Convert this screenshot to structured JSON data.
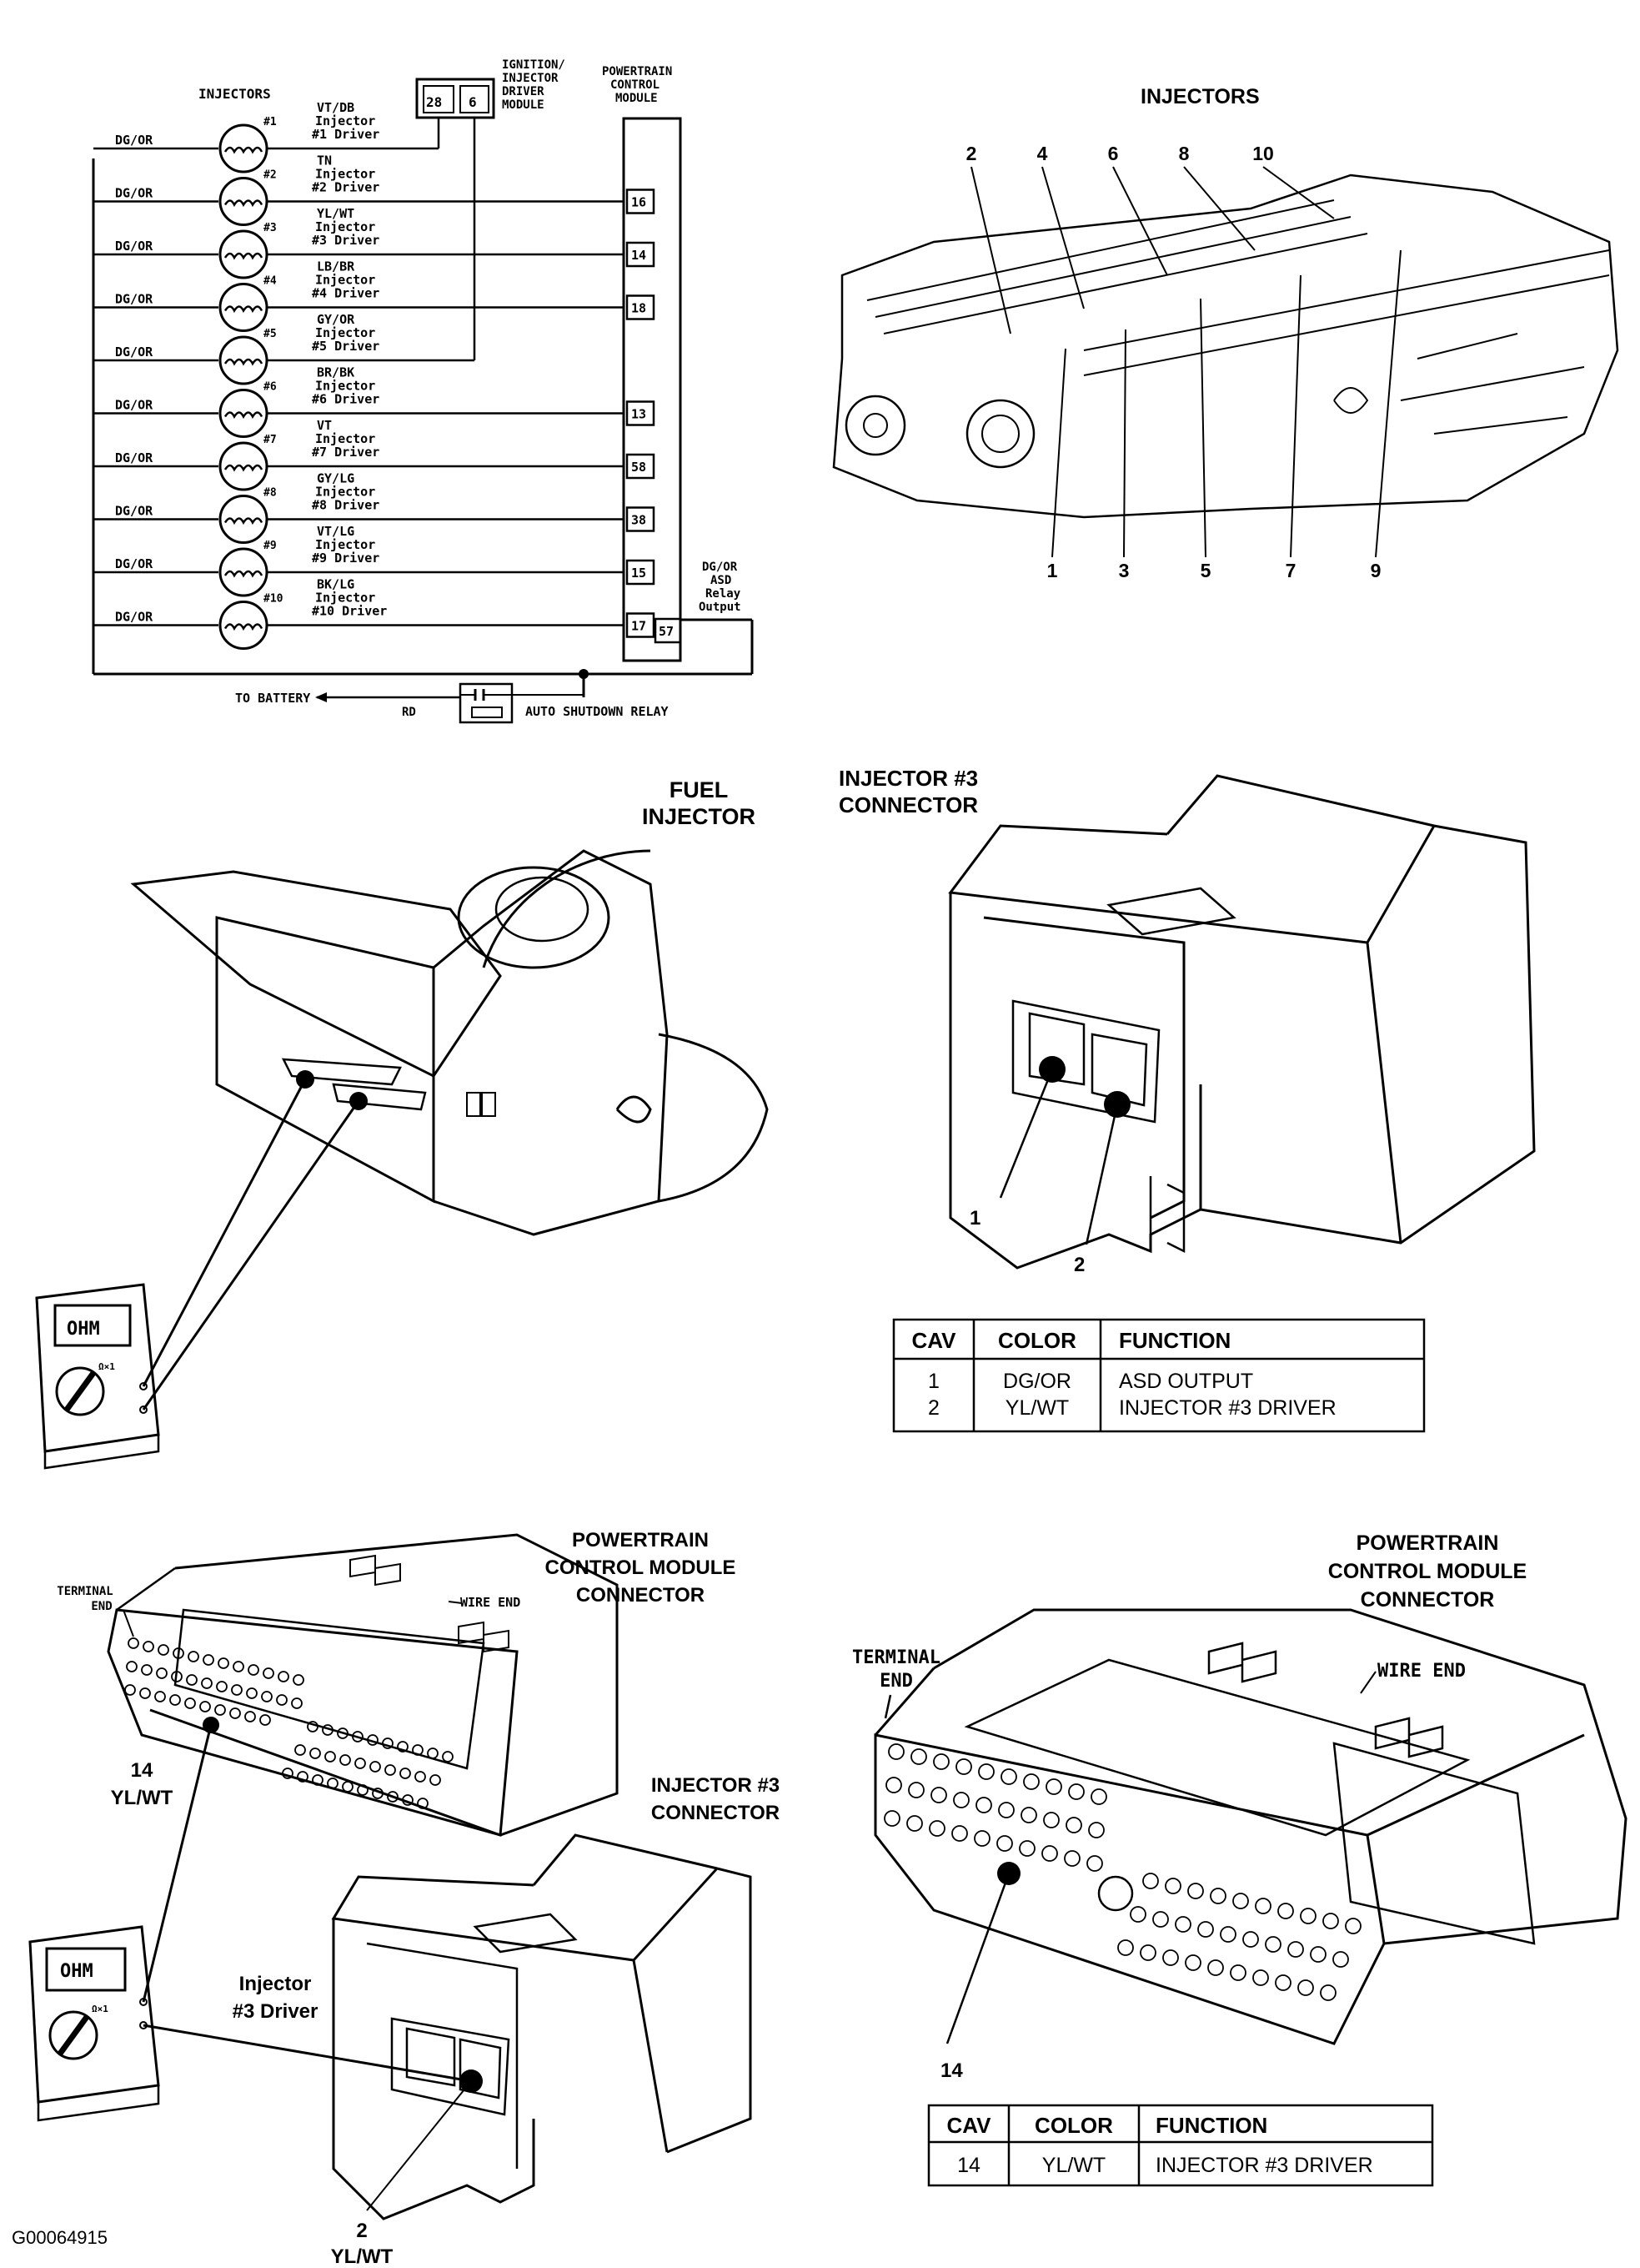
{
  "schematic": {
    "injectors_header": "INJECTORS",
    "module_label": [
      "IGNITION/",
      "INJECTOR",
      "DRIVER",
      "MODULE"
    ],
    "module_pins": [
      "28",
      "6"
    ],
    "pcm_label": [
      "POWERTRAIN",
      "CONTROL",
      "MODULE"
    ],
    "injectors": [
      {
        "num": "#1",
        "wire": "VT/DB",
        "desc": [
          "Injector",
          "#1 Driver"
        ],
        "pin": "",
        "feed": "DG/OR"
      },
      {
        "num": "#2",
        "wire": "TN",
        "desc": [
          "Injector",
          "#2 Driver"
        ],
        "pin": "16",
        "feed": "DG/OR"
      },
      {
        "num": "#3",
        "wire": "YL/WT",
        "desc": [
          "Injector",
          "#3 Driver"
        ],
        "pin": "14",
        "feed": "DG/OR"
      },
      {
        "num": "#4",
        "wire": "LB/BR",
        "desc": [
          "Injector",
          "#4 Driver"
        ],
        "pin": "18",
        "feed": "DG/OR"
      },
      {
        "num": "#5",
        "wire": "GY/OR",
        "desc": [
          "Injector",
          "#5 Driver"
        ],
        "pin": "",
        "feed": "DG/OR"
      },
      {
        "num": "#6",
        "wire": "BR/BK",
        "desc": [
          "Injector",
          "#6 Driver"
        ],
        "pin": "13",
        "feed": "DG/OR"
      },
      {
        "num": "#7",
        "wire": "VT",
        "desc": [
          "Injector",
          "#7 Driver"
        ],
        "pin": "58",
        "feed": "DG/OR"
      },
      {
        "num": "#8",
        "wire": "GY/LG",
        "desc": [
          "Injector",
          "#8 Driver"
        ],
        "pin": "38",
        "feed": "DG/OR"
      },
      {
        "num": "#9",
        "wire": "VT/LG",
        "desc": [
          "Injector",
          "#9 Driver"
        ],
        "pin": "15",
        "feed": "DG/OR"
      },
      {
        "num": "#10",
        "wire": "BK/LG",
        "desc": [
          "Injector",
          "#10 Driver"
        ],
        "pin": "17",
        "feed": "DG/OR"
      }
    ],
    "asd_pin": "57",
    "asd_label": [
      "DG/OR",
      "ASD",
      "Relay",
      "Output"
    ],
    "to_battery": "TO BATTERY",
    "rd": "RD",
    "relay_label": "AUTO SHUTDOWN RELAY"
  },
  "engine_view": {
    "title": "INJECTORS",
    "top_numbers": [
      "2",
      "4",
      "6",
      "8",
      "10"
    ],
    "bottom_numbers": [
      "1",
      "3",
      "5",
      "7",
      "9"
    ]
  },
  "fuel_injector": {
    "title": [
      "FUEL",
      "INJECTOR"
    ],
    "meter": "OHM",
    "meter_range": "Ω×1"
  },
  "injector3_connector": {
    "title": [
      "INJECTOR #3",
      "CONNECTOR"
    ],
    "callouts": [
      "1",
      "2"
    ],
    "table": {
      "headers": [
        "CAV",
        "COLOR",
        "FUNCTION"
      ],
      "rows": [
        [
          "1",
          "DG/OR",
          "ASD OUTPUT"
        ],
        [
          "2",
          "YL/WT",
          "INJECTOR #3 DRIVER"
        ]
      ]
    }
  },
  "test_view": {
    "pcm_title": [
      "POWERTRAIN",
      "CONTROL MODULE",
      "CONNECTOR"
    ],
    "terminal_end": [
      "TERMINAL",
      "END"
    ],
    "wire_end": "WIRE END",
    "pin14": [
      "14",
      "YL/WT"
    ],
    "inj_title": [
      "INJECTOR #3",
      "CONNECTOR"
    ],
    "inj_driver": [
      "Injector",
      "#3 Driver"
    ],
    "pin2": [
      "2",
      "YL/WT"
    ],
    "meter": "OHM",
    "meter_range": "Ω×1"
  },
  "pcm_connector": {
    "title": [
      "POWERTRAIN",
      "CONTROL MODULE",
      "CONNECTOR"
    ],
    "terminal_end": [
      "TERMINAL",
      "END"
    ],
    "wire_end": "WIRE END",
    "callout": "14",
    "table": {
      "headers": [
        "CAV",
        "COLOR",
        "FUNCTION"
      ],
      "rows": [
        [
          "14",
          "YL/WT",
          "INJECTOR #3 DRIVER"
        ]
      ]
    }
  },
  "figure_id": "G00064915"
}
